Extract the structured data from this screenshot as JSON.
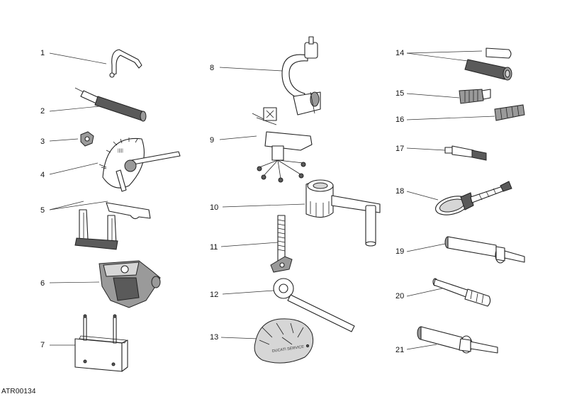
{
  "drawing_code": "ATR00134",
  "callouts": [
    {
      "n": "1"
    },
    {
      "n": "2"
    },
    {
      "n": "3"
    },
    {
      "n": "4"
    },
    {
      "n": "5"
    },
    {
      "n": "6"
    },
    {
      "n": "7"
    },
    {
      "n": "8"
    },
    {
      "n": "9"
    },
    {
      "n": "10"
    },
    {
      "n": "11"
    },
    {
      "n": "12"
    },
    {
      "n": "13"
    },
    {
      "n": "14"
    },
    {
      "n": "15"
    },
    {
      "n": "16"
    },
    {
      "n": "17"
    },
    {
      "n": "18"
    },
    {
      "n": "19"
    },
    {
      "n": "20"
    },
    {
      "n": "21"
    }
  ],
  "tool_13_print": "DUCATI SERVICE"
}
